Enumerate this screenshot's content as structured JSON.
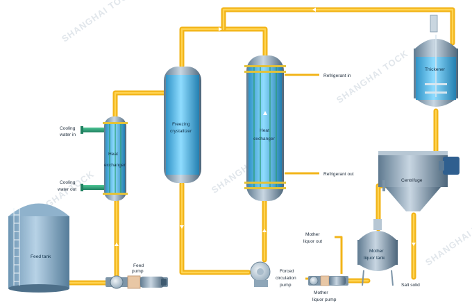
{
  "labels": {
    "cooling_water_in": [
      "Cooling",
      "water in"
    ],
    "cooling_water_out": [
      "Cooling",
      "water out"
    ],
    "heat_exchanger_small": [
      "Heat",
      "exchanger"
    ],
    "freezing_crystallizer": [
      "Freezing",
      "crystallizer"
    ],
    "heat_exchanger_large": [
      "Heat",
      "exchanger"
    ],
    "refrigerant_in": "Refrigerant in",
    "refrigerant_out": "Refrigerant out",
    "thickener": "Thickener",
    "centrifuge": "Centrifuge",
    "feed_tank": "Feed tank",
    "feed_pump": [
      "Feed",
      "pump"
    ],
    "forced_circulation_pump": [
      "Forced",
      "circulation",
      "pump"
    ],
    "mother_liquor_out": [
      "Mother",
      "liquor out"
    ],
    "mother_liquor_tank": [
      "Mother",
      "liquor tank"
    ],
    "mother_liquor_pump": [
      "Mother",
      "liquor pump"
    ],
    "salt_solid": "Salt solid"
  },
  "watermark": "SHANGHAI TOCK",
  "colors": {
    "pipe": "#f2b418",
    "vessel_body": "#4fb6e6",
    "steel": "#8ea6b8",
    "cooling_nozzle": "#2aa37a",
    "flange": "#e3c23a"
  }
}
